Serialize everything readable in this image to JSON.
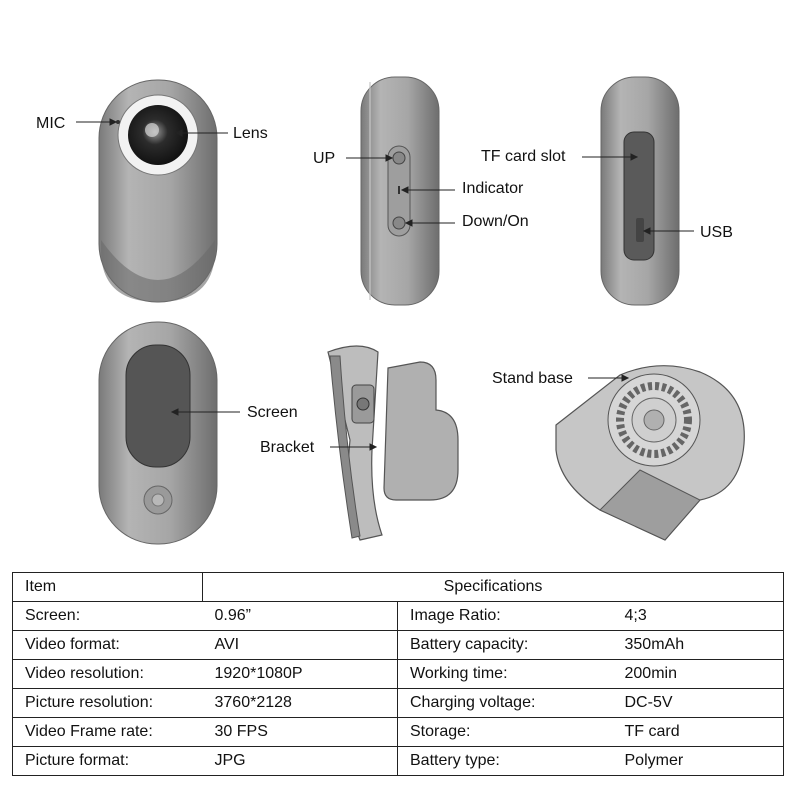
{
  "callouts": {
    "mic": "MIC",
    "lens": "Lens",
    "up": "UP",
    "indicator": "Indicator",
    "down_on": "Down/On",
    "tf_card_slot": "TF card slot",
    "usb": "USB",
    "screen": "Screen",
    "bracket": "Bracket",
    "stand_base": "Stand base"
  },
  "table": {
    "header": {
      "item": "Item",
      "specs": "Specifications"
    },
    "rows": [
      {
        "l_label": "Screen:",
        "l_value": "0.96”",
        "r_label": "Image Ratio:",
        "r_value": "4;3"
      },
      {
        "l_label": "Video format:",
        "l_value": "AVI",
        "r_label": "Battery capacity:",
        "r_value": "350mAh"
      },
      {
        "l_label": "Video resolution:",
        "l_value": "1920*1080P",
        "r_label": "Working time:",
        "r_value": "200min"
      },
      {
        "l_label": "Picture resolution:",
        "l_value": "3760*2128",
        "r_label": "Charging voltage:",
        "r_value": "DC-5V"
      },
      {
        "l_label": "Video Frame rate:",
        "l_value": "30 FPS",
        "r_label": "Storage:",
        "r_value": "TF card"
      },
      {
        "l_label": "Picture format:",
        "l_value": "JPG",
        "r_label": "Battery type:",
        "r_value": "Polymer"
      }
    ]
  }
}
